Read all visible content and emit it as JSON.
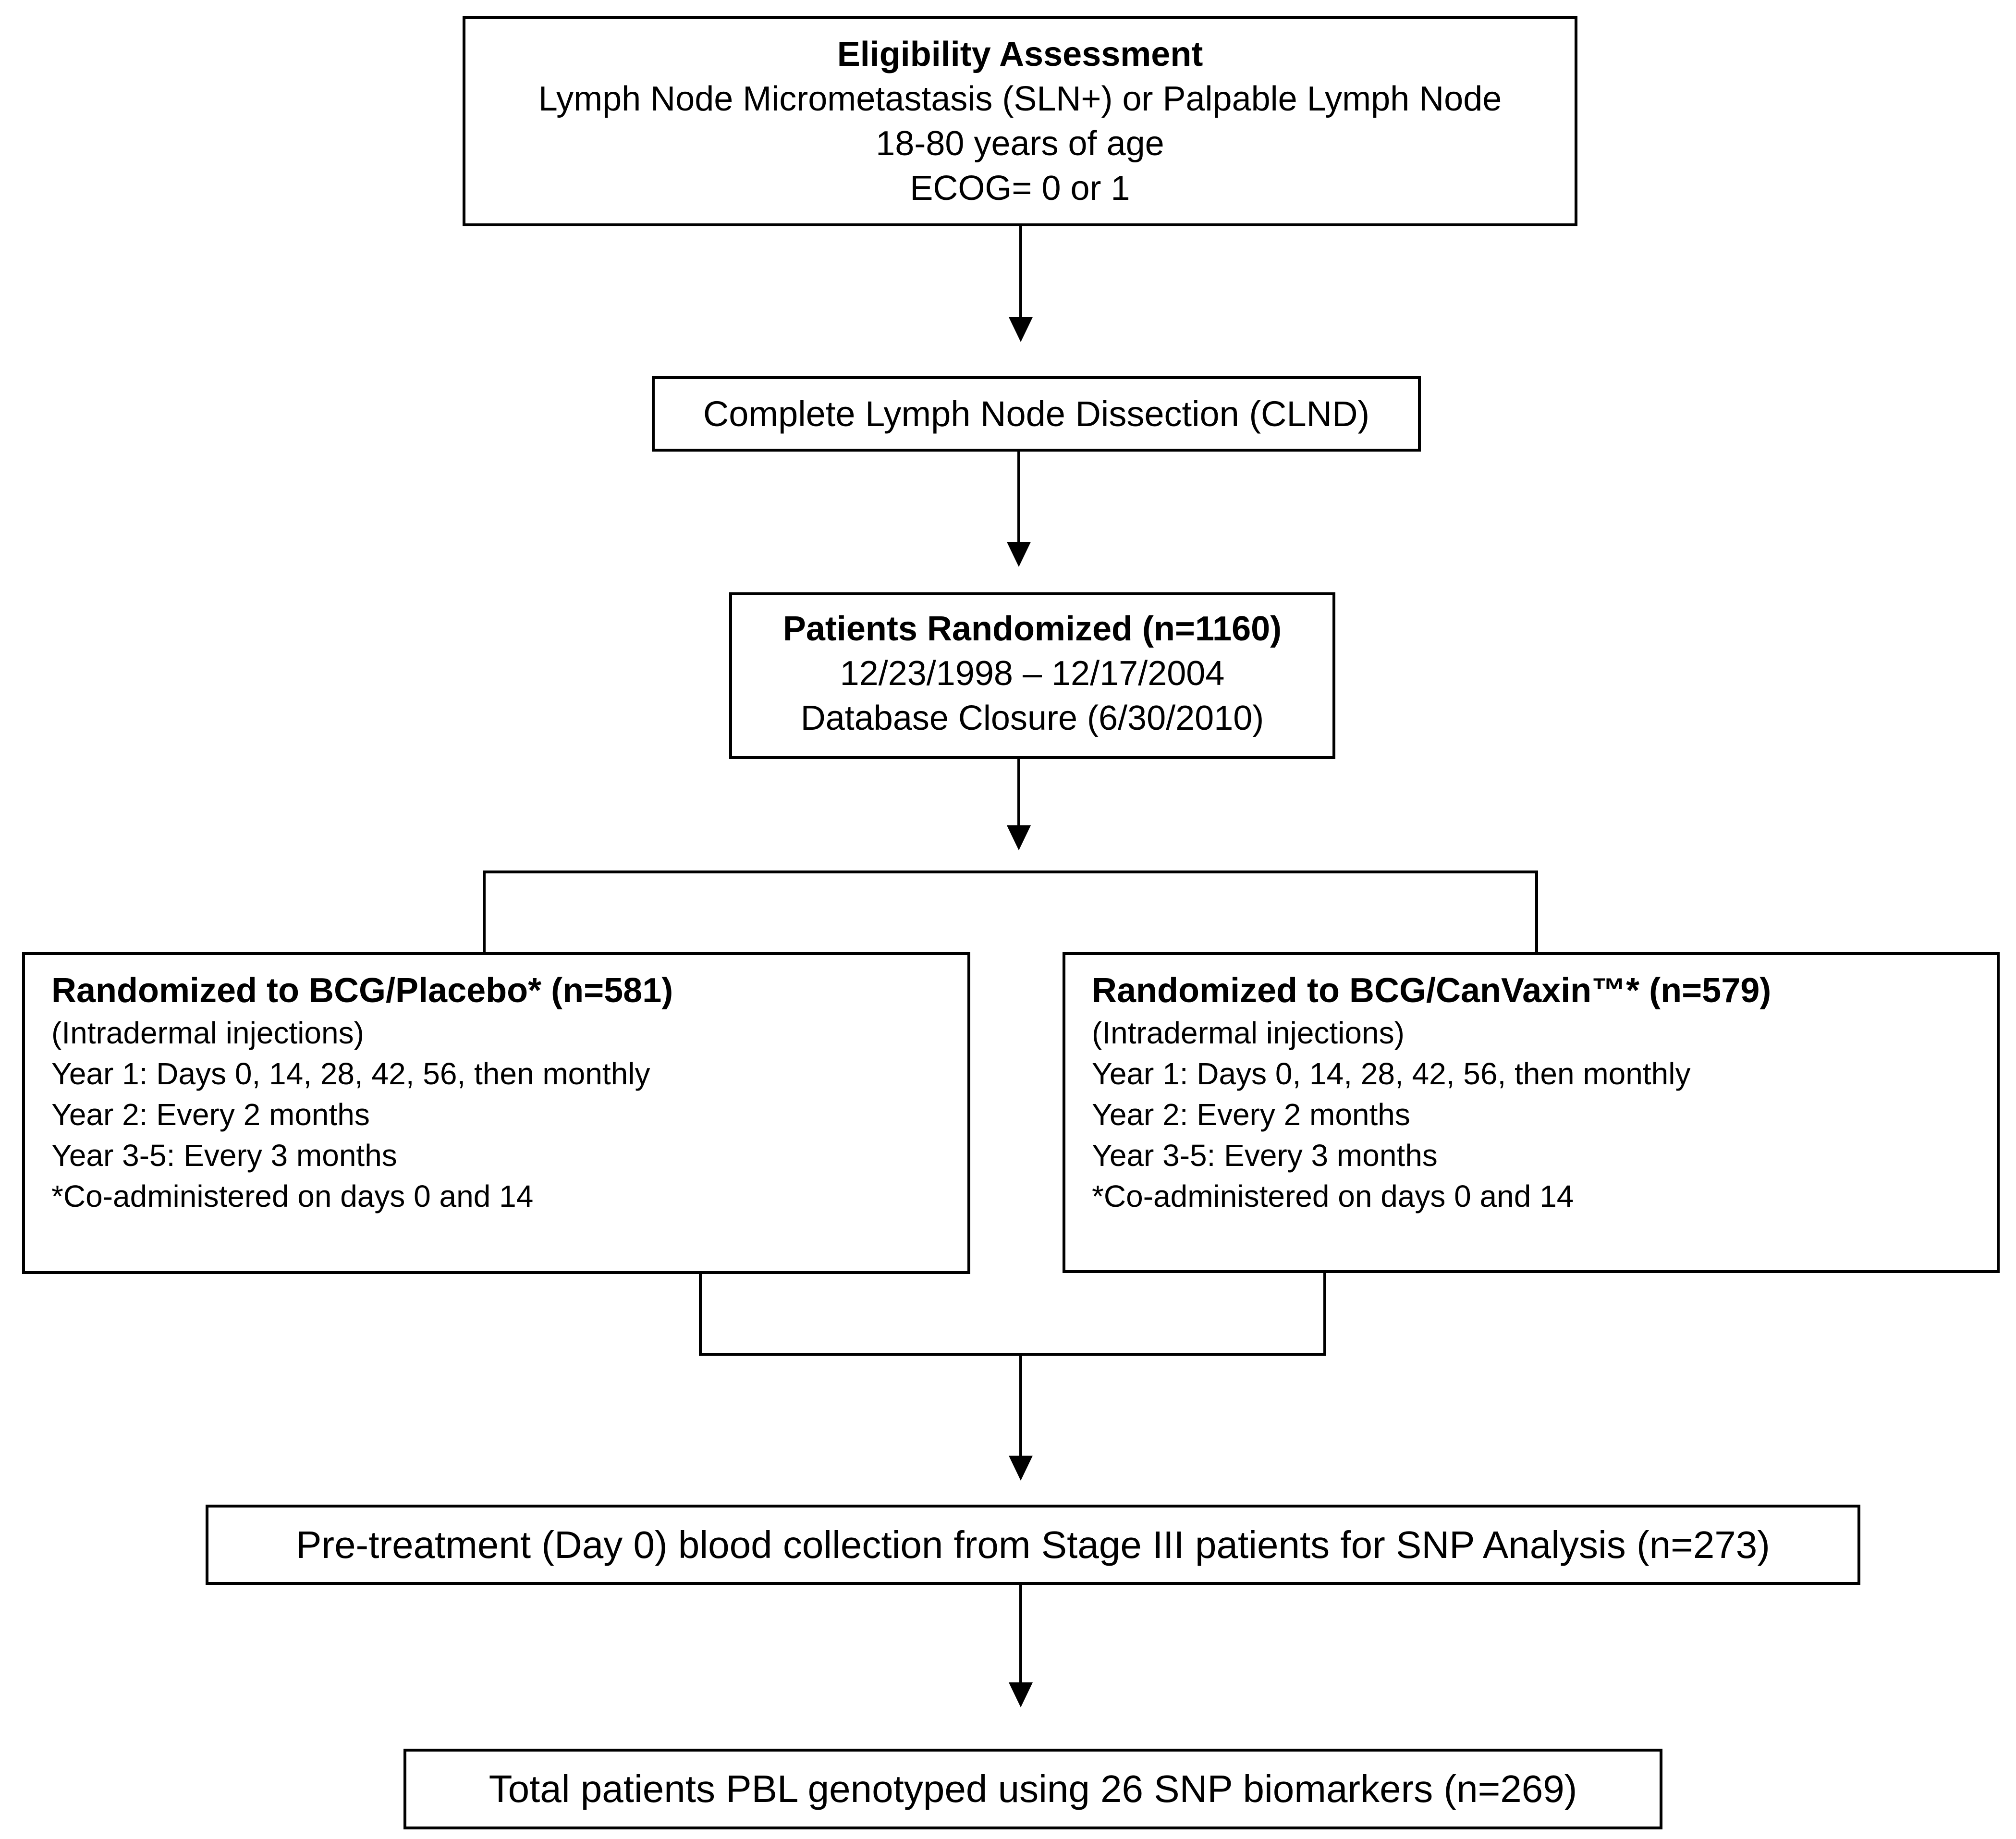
{
  "eligibility": {
    "title": "Eligibility  Assessment",
    "lines": [
      "Lymph Node Micrometastasis (SLN+) or Palpable Lymph Node",
      "18-80 years of age",
      "ECOG= 0 or 1"
    ]
  },
  "clnd": {
    "label": "Complete Lymph Node Dissection (CLND)"
  },
  "randomized": {
    "title": "Patients Randomized (n=1160)",
    "lines": [
      "12/23/1998 – 12/17/2004",
      "Database Closure (6/30/2010)"
    ]
  },
  "arms": [
    {
      "title": "Randomized to BCG/Placebo* (n=581)",
      "lines": [
        "(Intradermal injections)",
        "Year 1: Days 0, 14, 28, 42, 56, then monthly",
        "Year 2: Every 2 months",
        "Year 3-5: Every 3 months",
        "*Co-administered on days 0 and 14"
      ]
    },
    {
      "title": "Randomized to BCG/CanVaxin™* (n=579)",
      "lines": [
        "(Intradermal injections)",
        "Year 1: Days 0, 14, 28, 42, 56, then monthly",
        "Year 2: Every 2 months",
        "Year 3-5: Every 3 months",
        "*Co-administered on days 0 and 14"
      ]
    }
  ],
  "collection": {
    "label": "Pre-treatment (Day 0) blood collection from Stage III patients for SNP Analysis (n=273)"
  },
  "genotyped": {
    "label": "Total patients PBL genotyped using 26 SNP biomarkers  (n=269)"
  }
}
